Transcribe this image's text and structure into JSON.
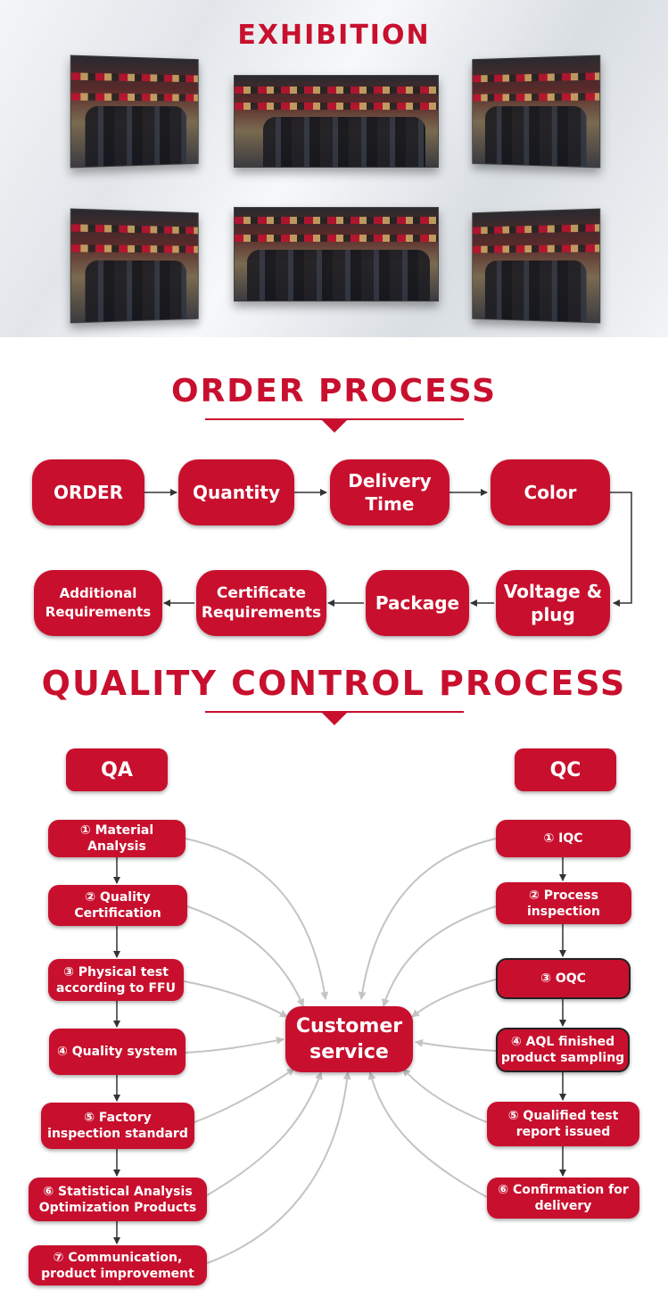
{
  "exhibition": {
    "title": "EXHIBITION",
    "photos": [
      "booth-photo-1",
      "booth-photo-2",
      "booth-photo-3",
      "booth-photo-4",
      "booth-photo-5",
      "booth-photo-6"
    ]
  },
  "order_process": {
    "title": "ORDER PROCESS",
    "steps": [
      "ORDER",
      "Quantity",
      "Delivery\nTime",
      "Color",
      "Voltage &\nplug",
      "Package",
      "Certificate\nRequirements",
      "Additional\nRequirements"
    ]
  },
  "quality_control": {
    "title": "QUALITY CONTROL PROCESS",
    "qa_label": "QA",
    "qc_label": "QC",
    "center": "Customer\nservice",
    "qa_steps": [
      "① Material\nAnalysis",
      "② Quality\nCertification",
      "③ Physical test\naccording to FFU",
      "④ Quality system",
      "⑤ Factory\ninspection standard",
      "⑥ Statistical Analysis\nOptimization Products",
      "⑦ Communication,\nproduct improvement"
    ],
    "qc_steps": [
      "① IQC",
      "② Process\ninspection",
      "③ OQC",
      "④ AQL finished\nproduct sampling",
      "⑤ Qualified test\nreport issued",
      "⑥ Confirmation for\ndelivery"
    ]
  },
  "colors": {
    "accent": "#c8102e",
    "text_on_accent": "#ffffff",
    "arrow": "#333333",
    "curve": "#cccccc"
  }
}
